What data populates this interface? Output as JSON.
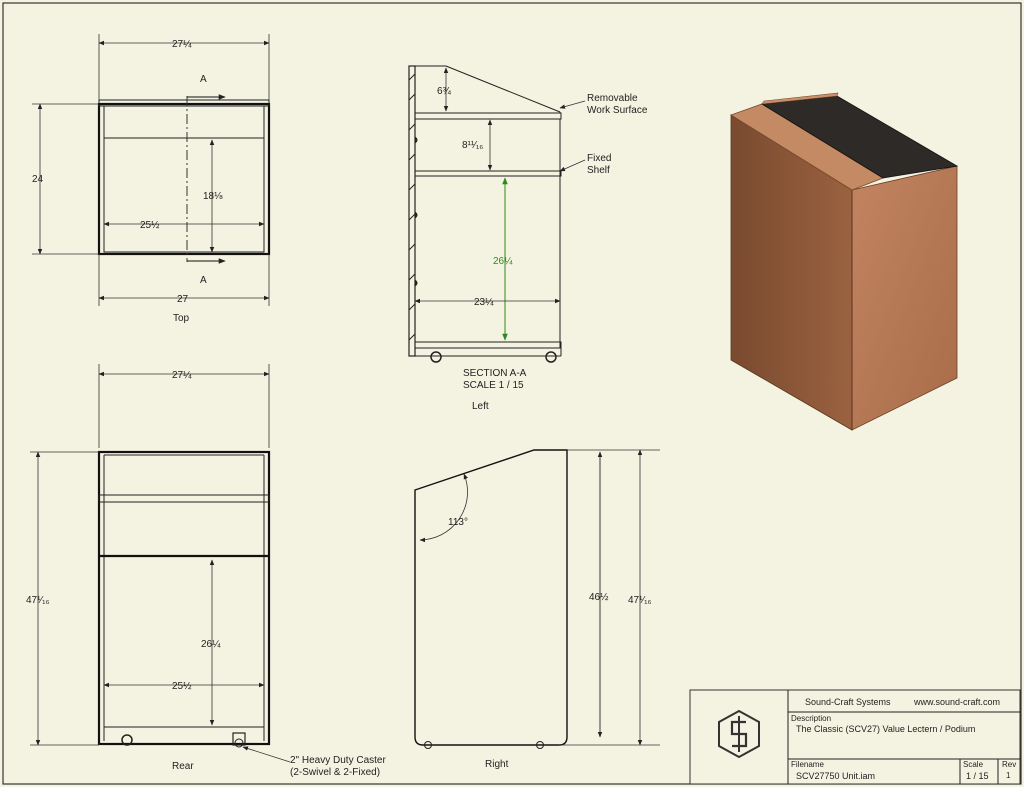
{
  "views": {
    "top": {
      "label": "Top",
      "dims": {
        "overall_width": "27¼",
        "depth": "24",
        "inner_depth": "18⅛",
        "inner_width": "25½",
        "base_width": "27"
      },
      "section_marker": "A"
    },
    "section": {
      "label_line1": "SECTION A-A",
      "label_line2": "SCALE 1 / 15",
      "view_label": "Left",
      "dims": {
        "top_gap": "6¾",
        "shelf_gap": "8¹¹⁄₁₆",
        "cabinet_height": "26¼",
        "inner_depth": "23¼"
      },
      "callouts": {
        "work_surface_line1": "Removable",
        "work_surface_line2": "Work Surface",
        "shelf_line1": "Fixed",
        "shelf_line2": "Shelf"
      }
    },
    "rear": {
      "label": "Rear",
      "dims": {
        "overall_width": "27¼",
        "overall_height": "47¹⁄₁₆",
        "cabinet_height": "26¼",
        "inner_width": "25½"
      },
      "caster_line1": "2\" Heavy Duty Caster",
      "caster_line2": "(2-Swivel & 2-Fixed)"
    },
    "right": {
      "label": "Right",
      "dims": {
        "angle": "113°",
        "front_height": "46½",
        "overall_height": "47¹⁄₁₆"
      }
    }
  },
  "title_block": {
    "company": "Sound-Craft Systems",
    "website": "www.sound-craft.com",
    "description_label": "Description",
    "description": "The Classic (SCV27) Value Lectern / Podium",
    "filename_label": "Filename",
    "filename": "SCV27750 Unit.iam",
    "scale_label": "Scale",
    "scale": "1 / 15",
    "rev_label": "Rev",
    "rev": "1"
  },
  "colors": {
    "background": "#f4f3e1",
    "wood_front": "#b87a55",
    "wood_side": "#8a5436",
    "top_surface": "#2d2a27",
    "accent_dim": "#2f8a1c"
  }
}
